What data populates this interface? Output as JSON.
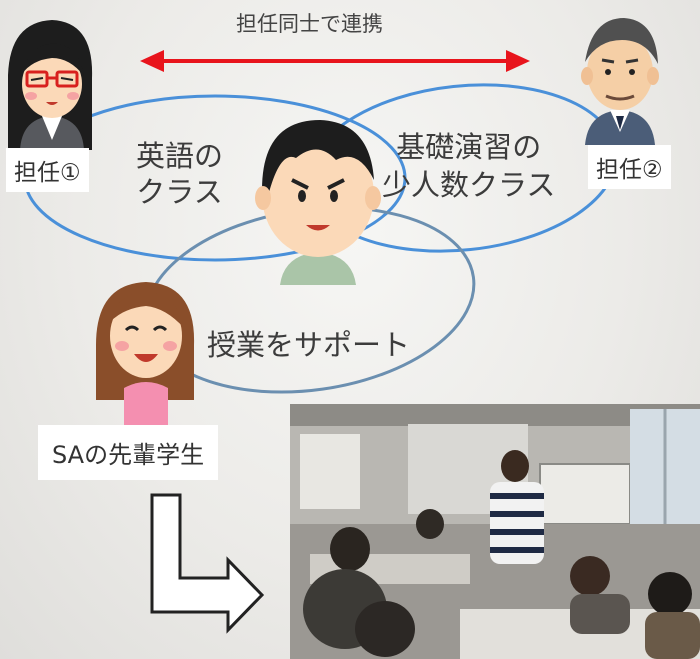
{
  "header": {
    "coordination_label": "担任同士で連携"
  },
  "people": {
    "teacher1_label": "担任①",
    "teacher2_label": "担任②",
    "sa_label": "SAの先輩学生"
  },
  "groups": {
    "english_line1": "英語の",
    "english_line2": "クラス",
    "basic_line1": "基礎演習の",
    "basic_line2": "少人数クラス",
    "support": "授業をサポート"
  },
  "colors": {
    "arrow": "#e8141c",
    "ellipse_english": "#4a90d9",
    "ellipse_basic": "#4a90d9",
    "ellipse_support": "#6b8fb0"
  },
  "icons": {
    "coordination": "double-arrow-icon",
    "flow": "down-right-arrow-icon"
  }
}
